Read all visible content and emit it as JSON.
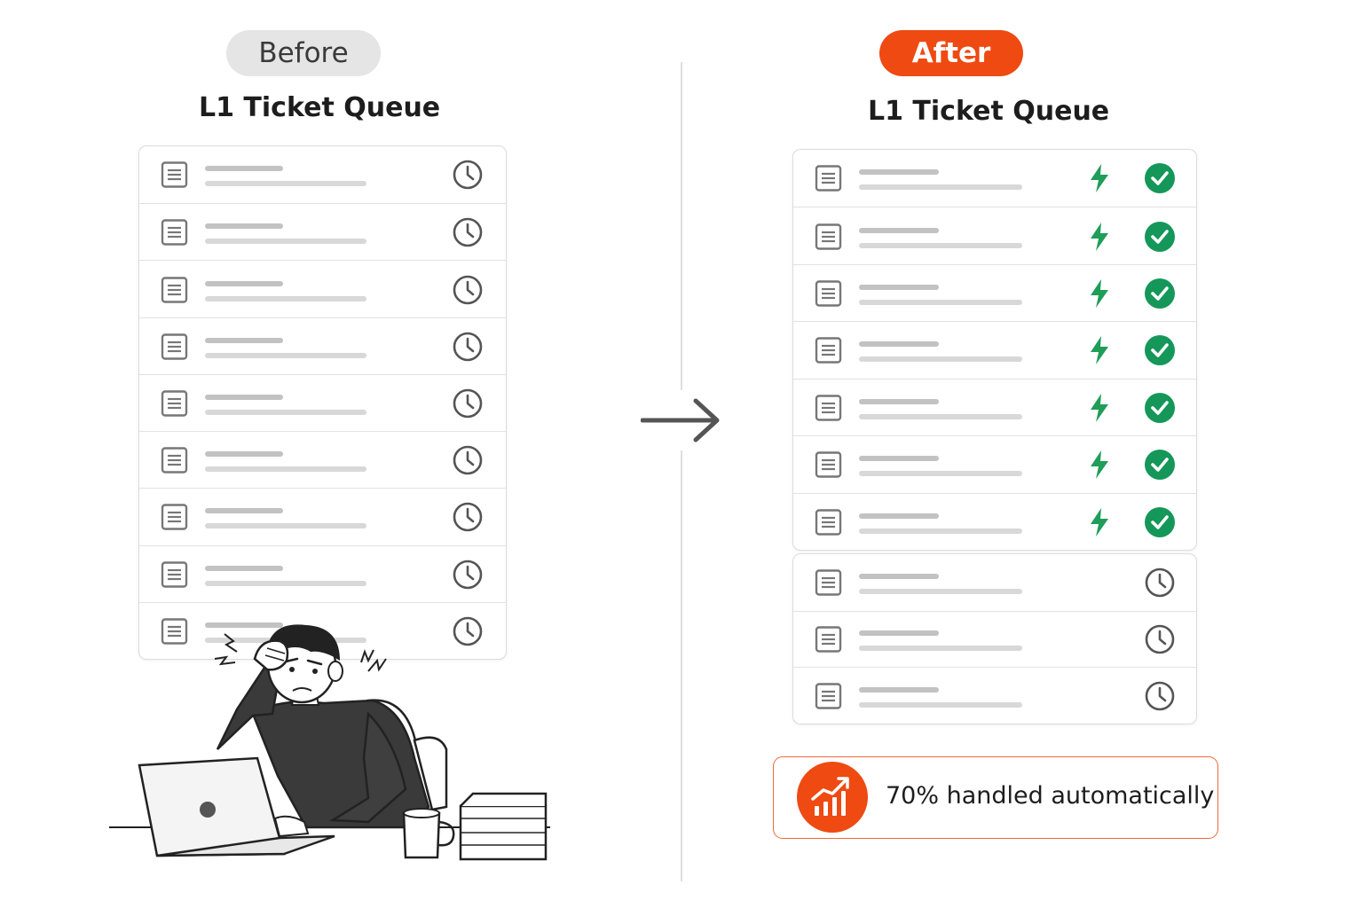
{
  "before": {
    "label": "Before",
    "queue_title": "L1 Ticket Queue",
    "ticket_count": 9,
    "ticket_status": "clock-icon"
  },
  "after": {
    "label": "After",
    "queue_title": "L1 Ticket Queue",
    "automated_count": 7,
    "pending_count": 3,
    "automated_icons": [
      "lightning-icon",
      "check-circle-icon"
    ],
    "pending_icon": "clock-icon"
  },
  "callout": {
    "text": "70% handled automatically",
    "icon": "growth-chart-icon"
  },
  "colors": {
    "accent": "#ee4a12",
    "success": "#15975a",
    "lightning": "#1e9e58",
    "neutral": "#e5e5e5"
  }
}
